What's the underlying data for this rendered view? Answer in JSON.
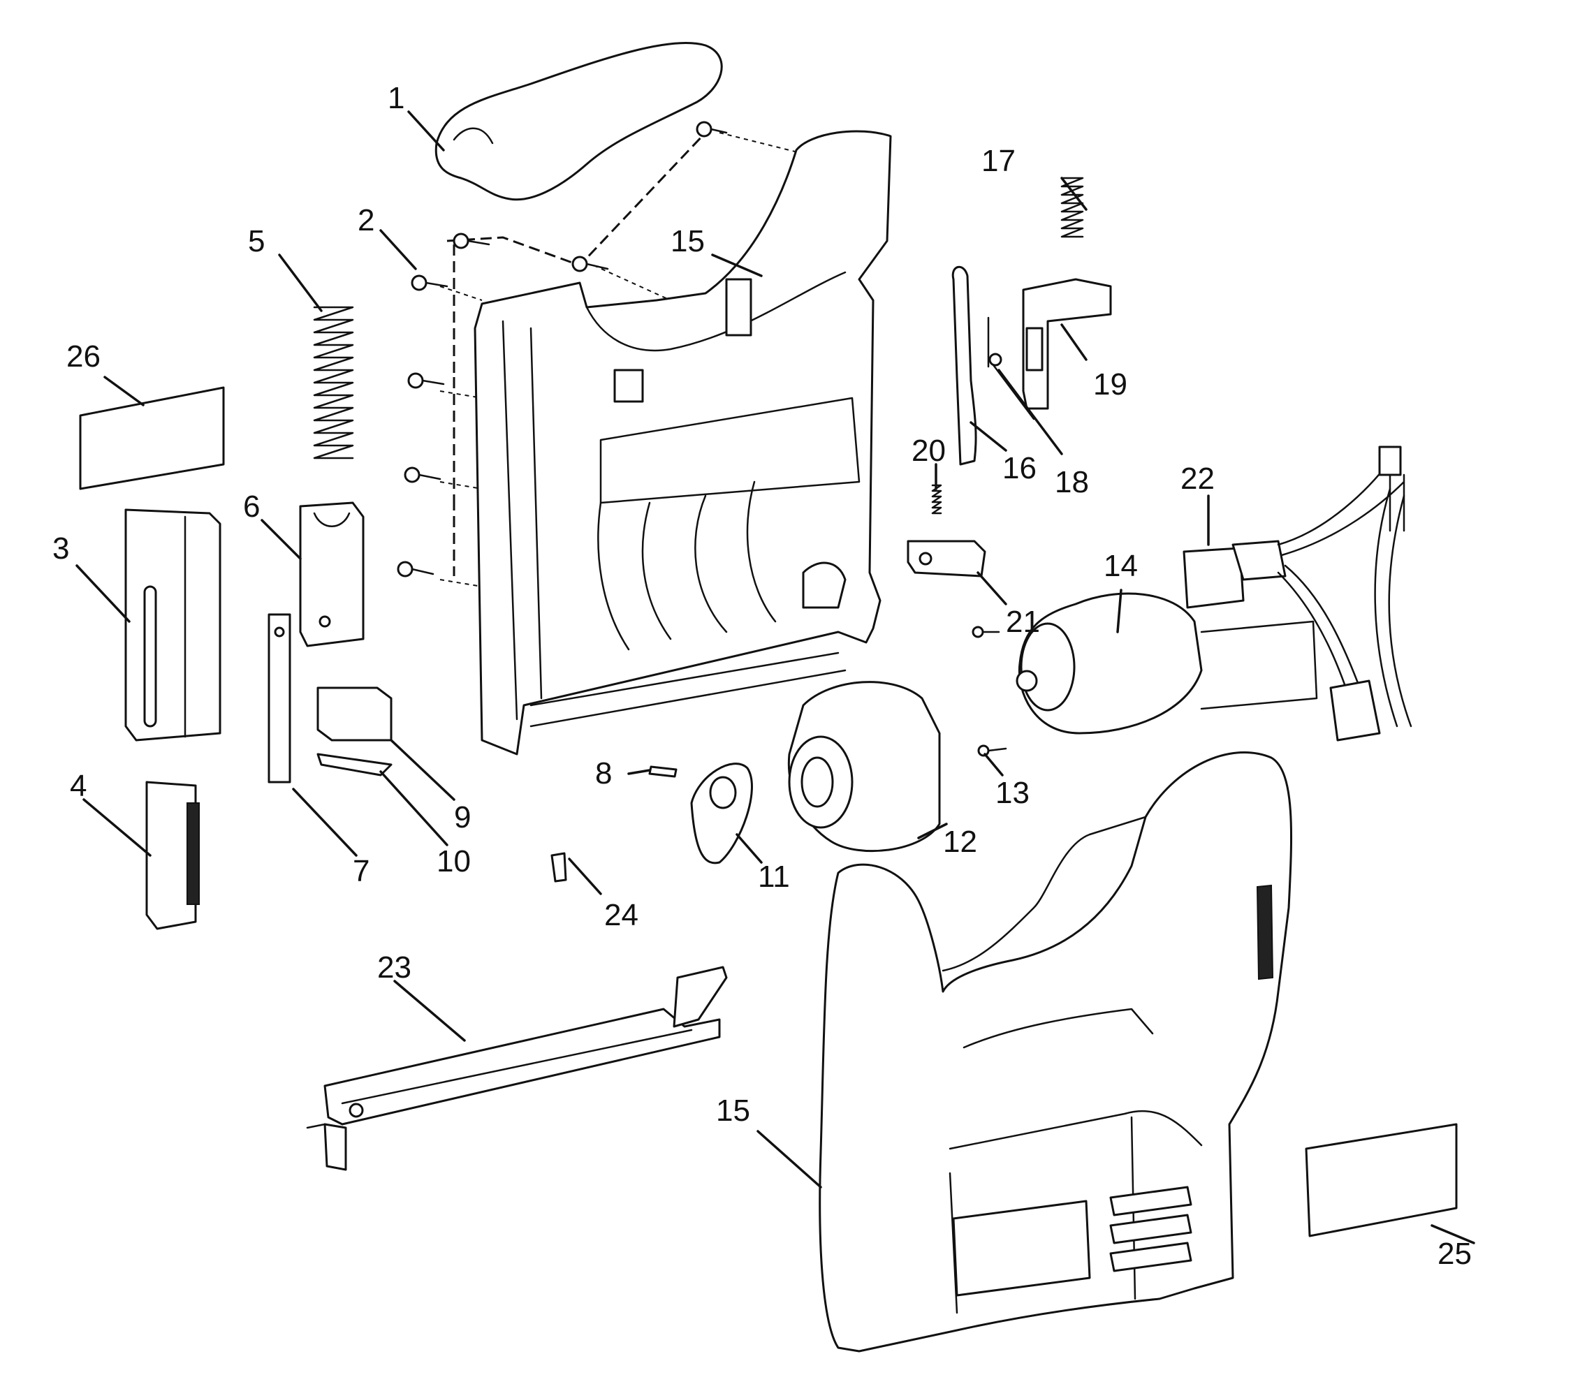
{
  "callouts": {
    "c1": "1",
    "c2": "2",
    "c3": "3",
    "c4": "4",
    "c5": "5",
    "c6": "6",
    "c7": "7",
    "c8": "8",
    "c9": "9",
    "c10": "10",
    "c11": "11",
    "c12": "12",
    "c13": "13",
    "c14": "14",
    "c15a": "15",
    "c15b": "15",
    "c16": "16",
    "c17": "17",
    "c18": "18",
    "c19": "19",
    "c20": "20",
    "c21": "21",
    "c22": "22",
    "c23": "23",
    "c24": "24",
    "c25": "25",
    "c26": "26"
  }
}
